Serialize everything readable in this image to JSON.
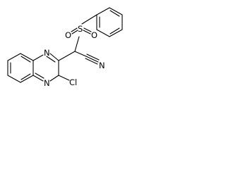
{
  "molecule": {
    "atoms": {
      "n_top": "N",
      "n_bottom": "N",
      "chlorine": "Cl",
      "sulfur": "S",
      "oxygen_left": "O",
      "oxygen_right": "O",
      "nitrile_n": "N"
    }
  },
  "colors": {
    "bond": "#000000",
    "label": "#000000",
    "background": "#ffffff"
  }
}
